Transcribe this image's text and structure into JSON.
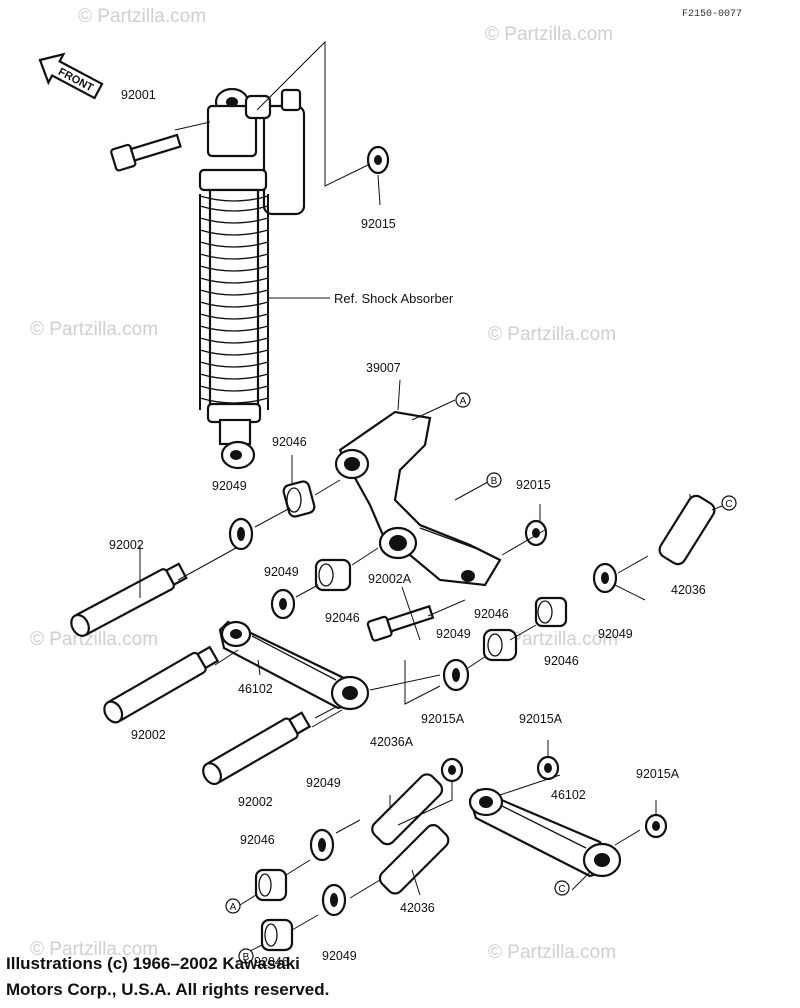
{
  "diagram": {
    "code": "F2150-0077",
    "front_label": "FRONT",
    "ref_label": "Ref. Shock Absorber",
    "watermark": "© Partzilla.com",
    "copyright_line1": "Illustrations (c) 1966–2002 Kawasaki",
    "copyright_line2": "Motors Corp., U.S.A.  All rights reserved.",
    "callouts": {
      "a": "A",
      "b": "B",
      "c": "C"
    },
    "part_numbers": {
      "bolt_top": "92001",
      "collar_top": "92015",
      "rocker_arm": "39007",
      "bearing_upper": "92046",
      "seal_upper": "92049",
      "collar_rocker": "92015",
      "sleeve_right": "42036",
      "shaft_upper_left": "92002",
      "seal_mid": "92049",
      "bearing_mid": "92046",
      "bolt_mid": "92002A",
      "bearing_right_a": "92046",
      "seal_right": "92049",
      "seal_center": "92049",
      "bearing_right_b": "92046",
      "tie_rod_left": "46102",
      "shaft_lower_left": "92002",
      "collar_a1": "92015A",
      "collar_a2": "92015A",
      "collar_a3": "92015A",
      "sleeve_lower": "42036A",
      "shaft_bottom": "92002",
      "seal_lower": "92049",
      "tie_rod_right": "46102",
      "bearing_lower": "92046",
      "sleeve_bottom": "42036",
      "bearing_bottom": "92046",
      "seal_bottom": "92049"
    }
  }
}
